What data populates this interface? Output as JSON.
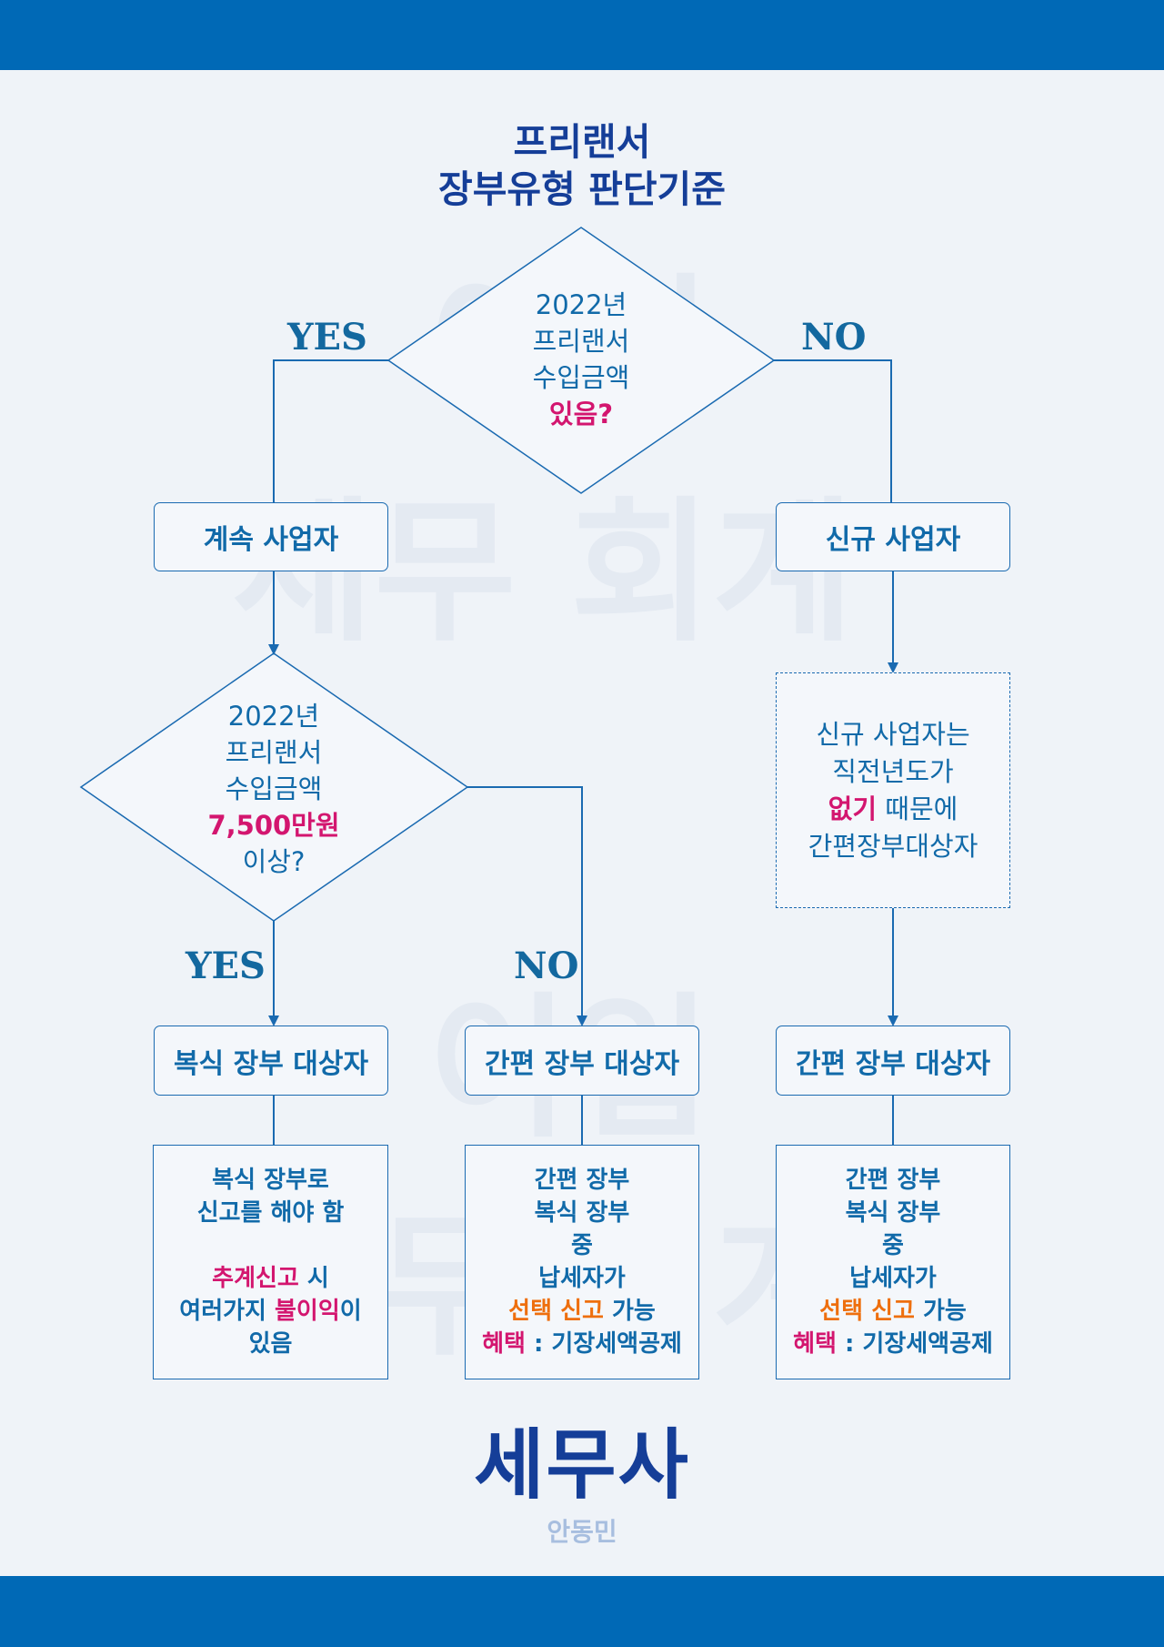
{
  "title": [
    "프리랜서",
    "장부유형 판단기준"
  ],
  "colors": {
    "band": "#0069b6",
    "title": "#153e98",
    "text": "#116aa9",
    "highlight_pink": "#d3166f",
    "highlight_orange": "#ee6f0e"
  },
  "watermark": {
    "line1": "이입",
    "line2": "세무 회계"
  },
  "q1": {
    "lines": [
      "2022년",
      "프리랜서",
      "수입금액"
    ],
    "highlight": "있음?"
  },
  "branch1": {
    "yes": "YES",
    "no": "NO"
  },
  "existing_biz": "계속 사업자",
  "new_biz": "신규 사업자",
  "q2": {
    "lines": [
      "2022년",
      "프리랜서",
      "수입금액"
    ],
    "highlight": "7,500만원",
    "tail": "이상?"
  },
  "branch2": {
    "yes": "YES",
    "no": "NO"
  },
  "new_note": {
    "line1": "신규 사업자는",
    "line2": "직전년도가",
    "line3_highlight": "없기",
    "line3_rest": " 때문에",
    "line4": "간편장부대상자"
  },
  "result_double": "복식 장부 대상자",
  "result_simple_1": "간편 장부 대상자",
  "result_simple_2": "간편 장부 대상자",
  "detail_double": {
    "line1": "복식 장부로",
    "line2": "신고를 해야 함",
    "line3_highlight": "추계신고",
    "line3_rest": " 시",
    "line4_pre": "여러가지 ",
    "line4_highlight": "불이익",
    "line4_post": "이",
    "line5": "있음"
  },
  "detail_simple_1": {
    "line1": "간편 장부",
    "line2": "복식 장부",
    "line3": "중",
    "line4": "납세자가",
    "line5_highlight": "선택 신고",
    "line5_rest": " 가능",
    "line6_highlight": "혜택",
    "line6_rest": " : 기장세액공제"
  },
  "detail_simple_2": {
    "line1": "간편 장부",
    "line2": "복식 장부",
    "line3": "중",
    "line4": "납세자가",
    "line5_highlight": "선택 신고",
    "line5_rest": " 가능",
    "line6_highlight": "혜택",
    "line6_rest": " : 기장세액공제"
  },
  "brand": {
    "name": "세무사",
    "person": "안동민"
  }
}
